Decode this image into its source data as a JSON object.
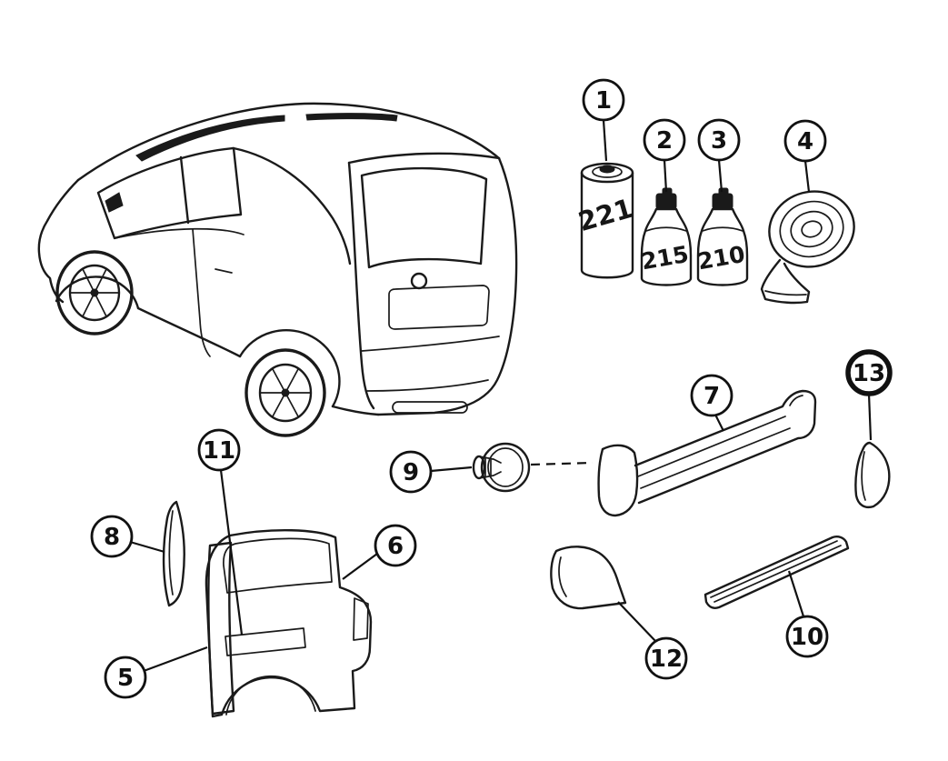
{
  "diagram": {
    "description": "Vehicle exterior trim parts diagram",
    "colors": {
      "line": "#1a1a1a",
      "background": "#ffffff",
      "highlight": "#d40000"
    },
    "selected_callout": "13",
    "callouts": [
      {
        "num": "1",
        "highlighted": false
      },
      {
        "num": "2",
        "highlighted": false
      },
      {
        "num": "3",
        "highlighted": false
      },
      {
        "num": "4",
        "highlighted": false
      },
      {
        "num": "5",
        "highlighted": false
      },
      {
        "num": "6",
        "highlighted": false
      },
      {
        "num": "7",
        "highlighted": false
      },
      {
        "num": "8",
        "highlighted": false
      },
      {
        "num": "9",
        "highlighted": false
      },
      {
        "num": "10",
        "highlighted": false
      },
      {
        "num": "11",
        "highlighted": false
      },
      {
        "num": "12",
        "highlighted": false
      },
      {
        "num": "13",
        "highlighted": true
      }
    ],
    "product_labels": {
      "canister": "221",
      "bottle_left": "215",
      "bottle_right": "210"
    }
  }
}
